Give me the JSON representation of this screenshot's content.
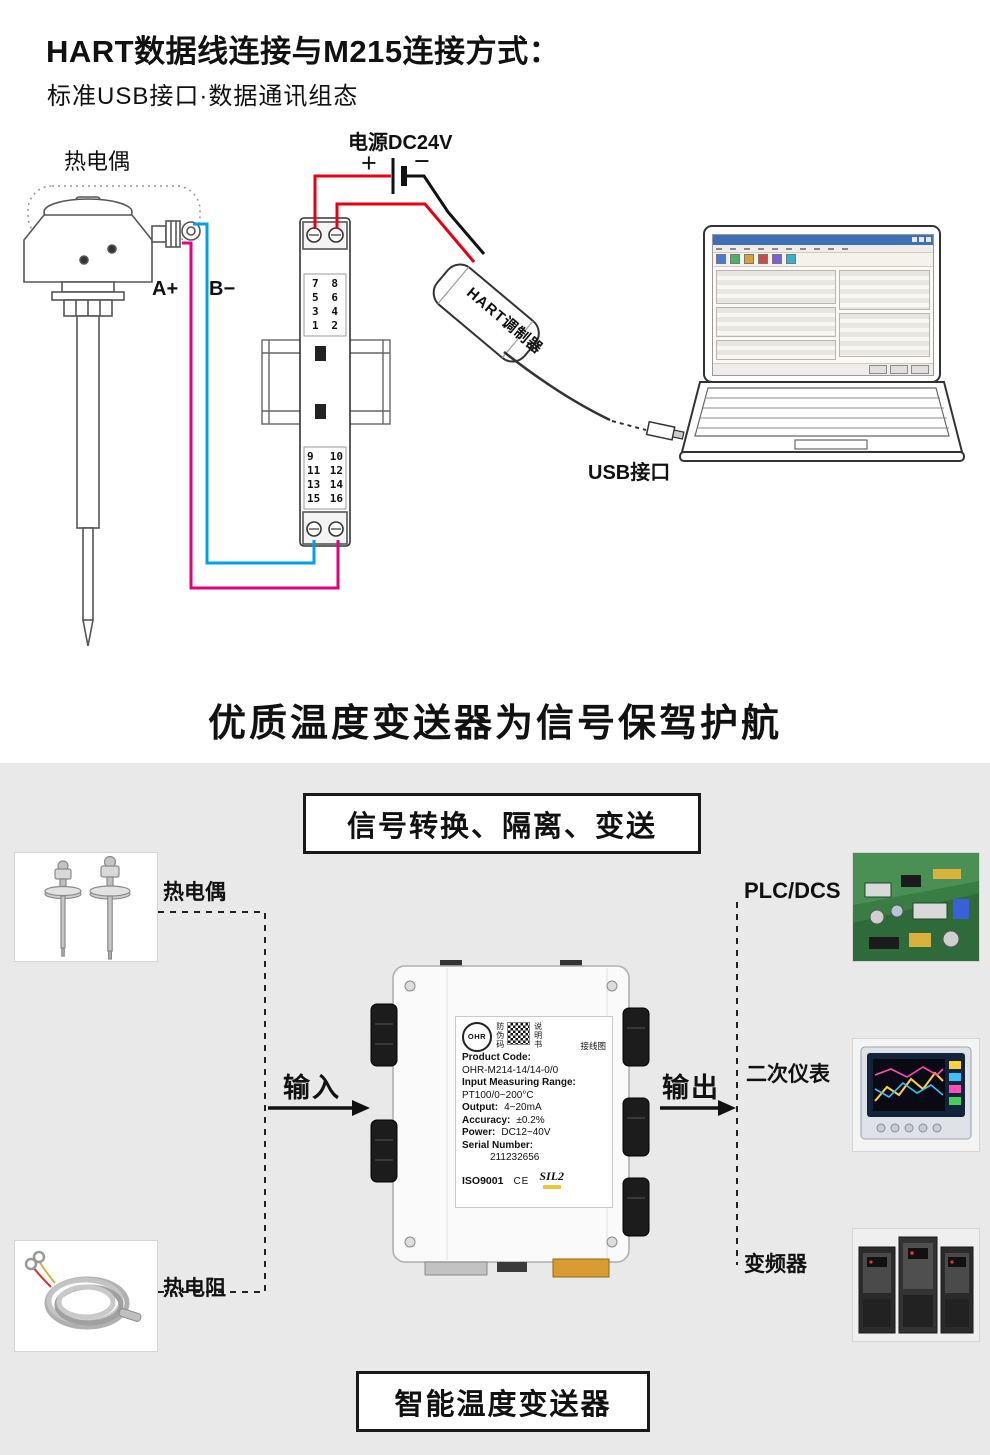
{
  "header": {
    "title": "HART数据线连接与M215连接方式：",
    "subtitle": "标准USB接口·数据通讯组态"
  },
  "diagram": {
    "thermocouple_label": "热电偶",
    "power_label": "电源DC24V",
    "plus": "+",
    "minus": "−",
    "terminal_a": "A+",
    "terminal_b": "B−",
    "hart_device_label": "HART调制器",
    "usb_label": "USB接口",
    "module_terminals_top": [
      [
        "7",
        "8"
      ],
      [
        "5",
        "6"
      ],
      [
        "3",
        "4"
      ],
      [
        "1",
        "2"
      ]
    ],
    "module_terminals_bottom": [
      [
        "9",
        "10"
      ],
      [
        "11",
        "12"
      ],
      [
        "13",
        "14"
      ],
      [
        "15",
        "16"
      ]
    ]
  },
  "middle": {
    "headline": "优质温度变送器为信号保驾护航"
  },
  "section": {
    "banner": "信号转换、隔离、变送",
    "footer_banner": "智能温度变送器",
    "input_label": "输入",
    "output_label": "输出",
    "sources": [
      {
        "label": "热电偶"
      },
      {
        "label": "热电阻"
      }
    ],
    "targets": [
      {
        "label": "PLC/DCS"
      },
      {
        "label": "二次仪表"
      },
      {
        "label": "变频器"
      }
    ],
    "product": {
      "brand": "OHR",
      "tag_antifake": "防伪码",
      "tag_manual": "说明书",
      "tag_wiring": "接线图",
      "code_label": "Product Code:",
      "code_value": "OHR-M214-14/14-0/0",
      "range_label": "Input Measuring Range:",
      "range_value": "PT100/0~200°C",
      "output_label": "Output:",
      "output_value": "4~20mA",
      "accuracy_label": "Accuracy:",
      "accuracy_value": "±0.2%",
      "power_label": "Power:",
      "power_value": "DC12~40V",
      "serial_label": "Serial Number:",
      "serial_value": "211232656",
      "cert_iso": "ISO9001",
      "cert_ce": "CE",
      "cert_sil": "SIL2"
    }
  },
  "colors": {
    "wire_red": "#e60012",
    "wire_blue": "#00a0e9",
    "wire_magenta": "#e4007f",
    "wire_black": "#111111",
    "section_background": "#e9e9e9"
  }
}
